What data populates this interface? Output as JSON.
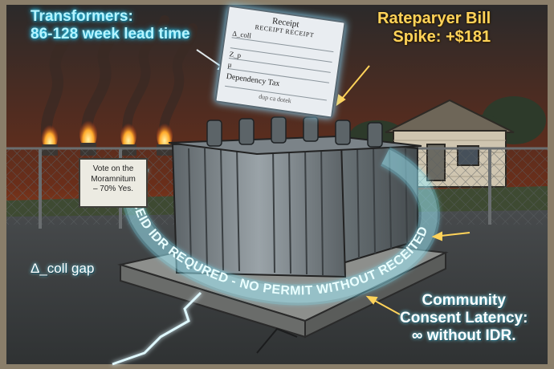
{
  "labels": {
    "transformers_line1": "Transformers:",
    "transformers_line2": "86-128 week lead time",
    "rate_line1": "Rateparyer Bill",
    "rate_line2": "Spike: +$181",
    "coll_gap": "Δ_coll gap",
    "consent_line1": "Community",
    "consent_line2": "Consent Latency:",
    "consent_line3": "∞ without IDR."
  },
  "receipt": {
    "title": "Receipt",
    "subtitle": "RECEIPT RECEIPT",
    "line1": "Δ_coll",
    "line2": "",
    "line3": "Z_p",
    "line4": "μ",
    "tax": "Dependency Tax",
    "footer": "dup ca dotek"
  },
  "sign": {
    "line1": "Vote on the",
    "line2": "Moramnitum",
    "line3": "– 70% Yes."
  },
  "ring_text": "DRECEID IDR REQURED - NO PERMIT WITHOUT RECEITED",
  "colors": {
    "glow": "#7fe8ff",
    "sky_fire": "#c84a1a",
    "gold_text": "#ffd35a"
  }
}
